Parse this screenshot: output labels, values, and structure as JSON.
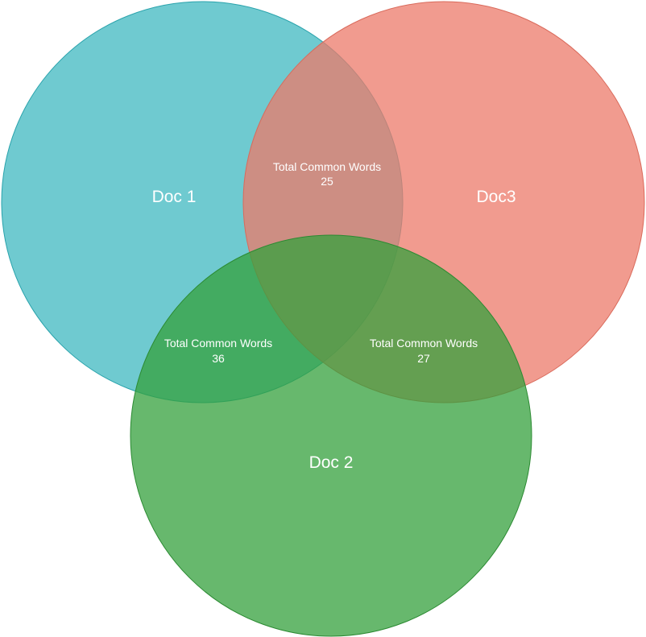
{
  "venn": {
    "sets": [
      {
        "id": "doc1",
        "label": "Doc 1",
        "color": "#3fb8c0",
        "stroke": "#2aa3ac"
      },
      {
        "id": "doc3",
        "label": "Doc3",
        "color": "#ec7a6a",
        "stroke": "#d96a5b"
      },
      {
        "id": "doc2",
        "label": "Doc 2",
        "color": "#34a03c",
        "stroke": "#2b8a32"
      }
    ],
    "intersections": {
      "doc1_doc3": {
        "title": "Total Common Words",
        "value": "25"
      },
      "doc1_doc2": {
        "title": "Total Common Words",
        "value": "36"
      },
      "doc2_doc3": {
        "title": "Total Common Words",
        "value": "27"
      }
    }
  }
}
